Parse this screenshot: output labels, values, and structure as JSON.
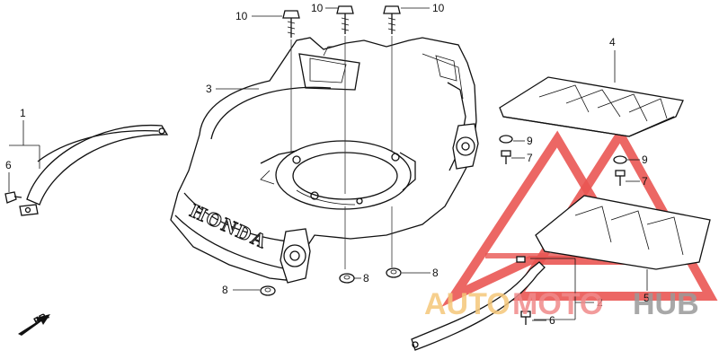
{
  "diagram": {
    "callouts": [
      {
        "id": "c10a",
        "label": "10"
      },
      {
        "id": "c10b",
        "label": "10"
      },
      {
        "id": "c10c",
        "label": "10"
      },
      {
        "id": "c3",
        "label": "3"
      },
      {
        "id": "c1",
        "label": "1"
      },
      {
        "id": "c6a",
        "label": "6"
      },
      {
        "id": "c4",
        "label": "4"
      },
      {
        "id": "c9a",
        "label": "9"
      },
      {
        "id": "c7a",
        "label": "7"
      },
      {
        "id": "c9b",
        "label": "9"
      },
      {
        "id": "c7b",
        "label": "7"
      },
      {
        "id": "c8a",
        "label": "8"
      },
      {
        "id": "c8b",
        "label": "8"
      },
      {
        "id": "c8c",
        "label": "8"
      },
      {
        "id": "c5",
        "label": "5"
      },
      {
        "id": "c2",
        "label": "2"
      },
      {
        "id": "c6b",
        "label": "6"
      }
    ],
    "deck_brand": "HONDA",
    "front_arrow_label": "FR."
  },
  "watermark": {
    "text_auto": "AUTO",
    "text_moto": "MOTO",
    "text_hub": "HUB",
    "color_auto": "#f5c77a",
    "color_moto": "#f08a8a",
    "color_hub": "#9a9a9a",
    "logo_color": "#e53935"
  }
}
